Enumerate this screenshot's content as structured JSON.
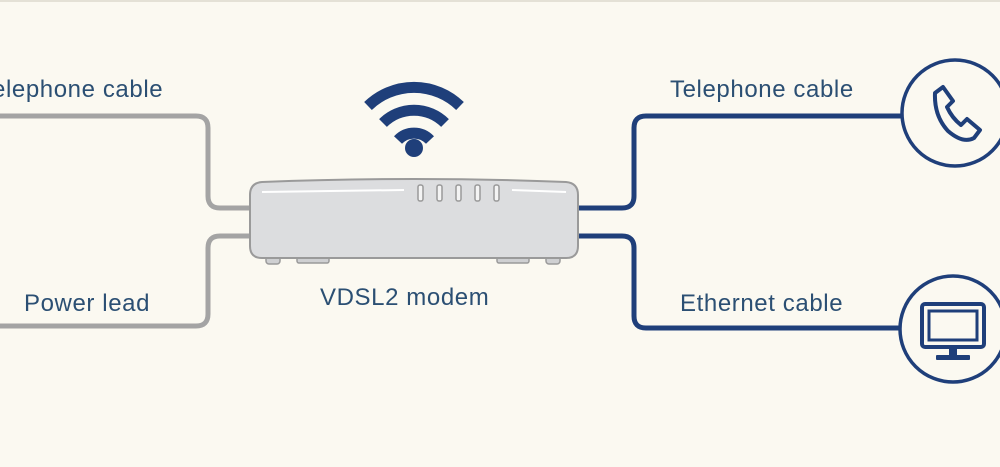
{
  "labels": {
    "left_telephone": "elephone cable",
    "left_power": "Power lead",
    "modem": "VDSL2 modem",
    "right_telephone": "Telephone cable",
    "right_ethernet": "Ethernet cable"
  },
  "icons": {
    "wifi": "wifi-icon",
    "phone": "phone-icon",
    "computer": "monitor-icon"
  },
  "colors": {
    "background": "#fbf9f1",
    "navy": "#1f3f7a",
    "grey_cable": "#a4a4a4",
    "modem_body": "#dcdddf",
    "modem_outline": "#9a9a9a",
    "label_text": "#2b4f73"
  }
}
